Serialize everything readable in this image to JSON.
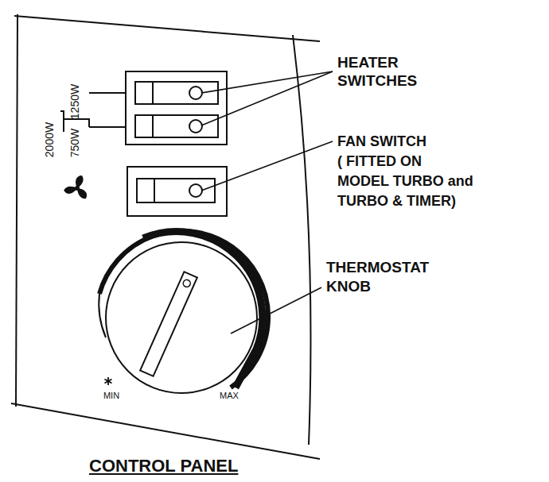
{
  "diagram": {
    "title": "CONTROL PANEL",
    "labels": [
      "2000W",
      "1250W",
      "750W",
      "HEATER",
      "SWITCHES",
      "FAN SWITCH",
      "( FITTED ON",
      "MODEL TURBO and",
      "TURBO & TIMER)",
      "THERMOSTAT",
      "KNOB",
      "MIN",
      "MAX"
    ]
  }
}
